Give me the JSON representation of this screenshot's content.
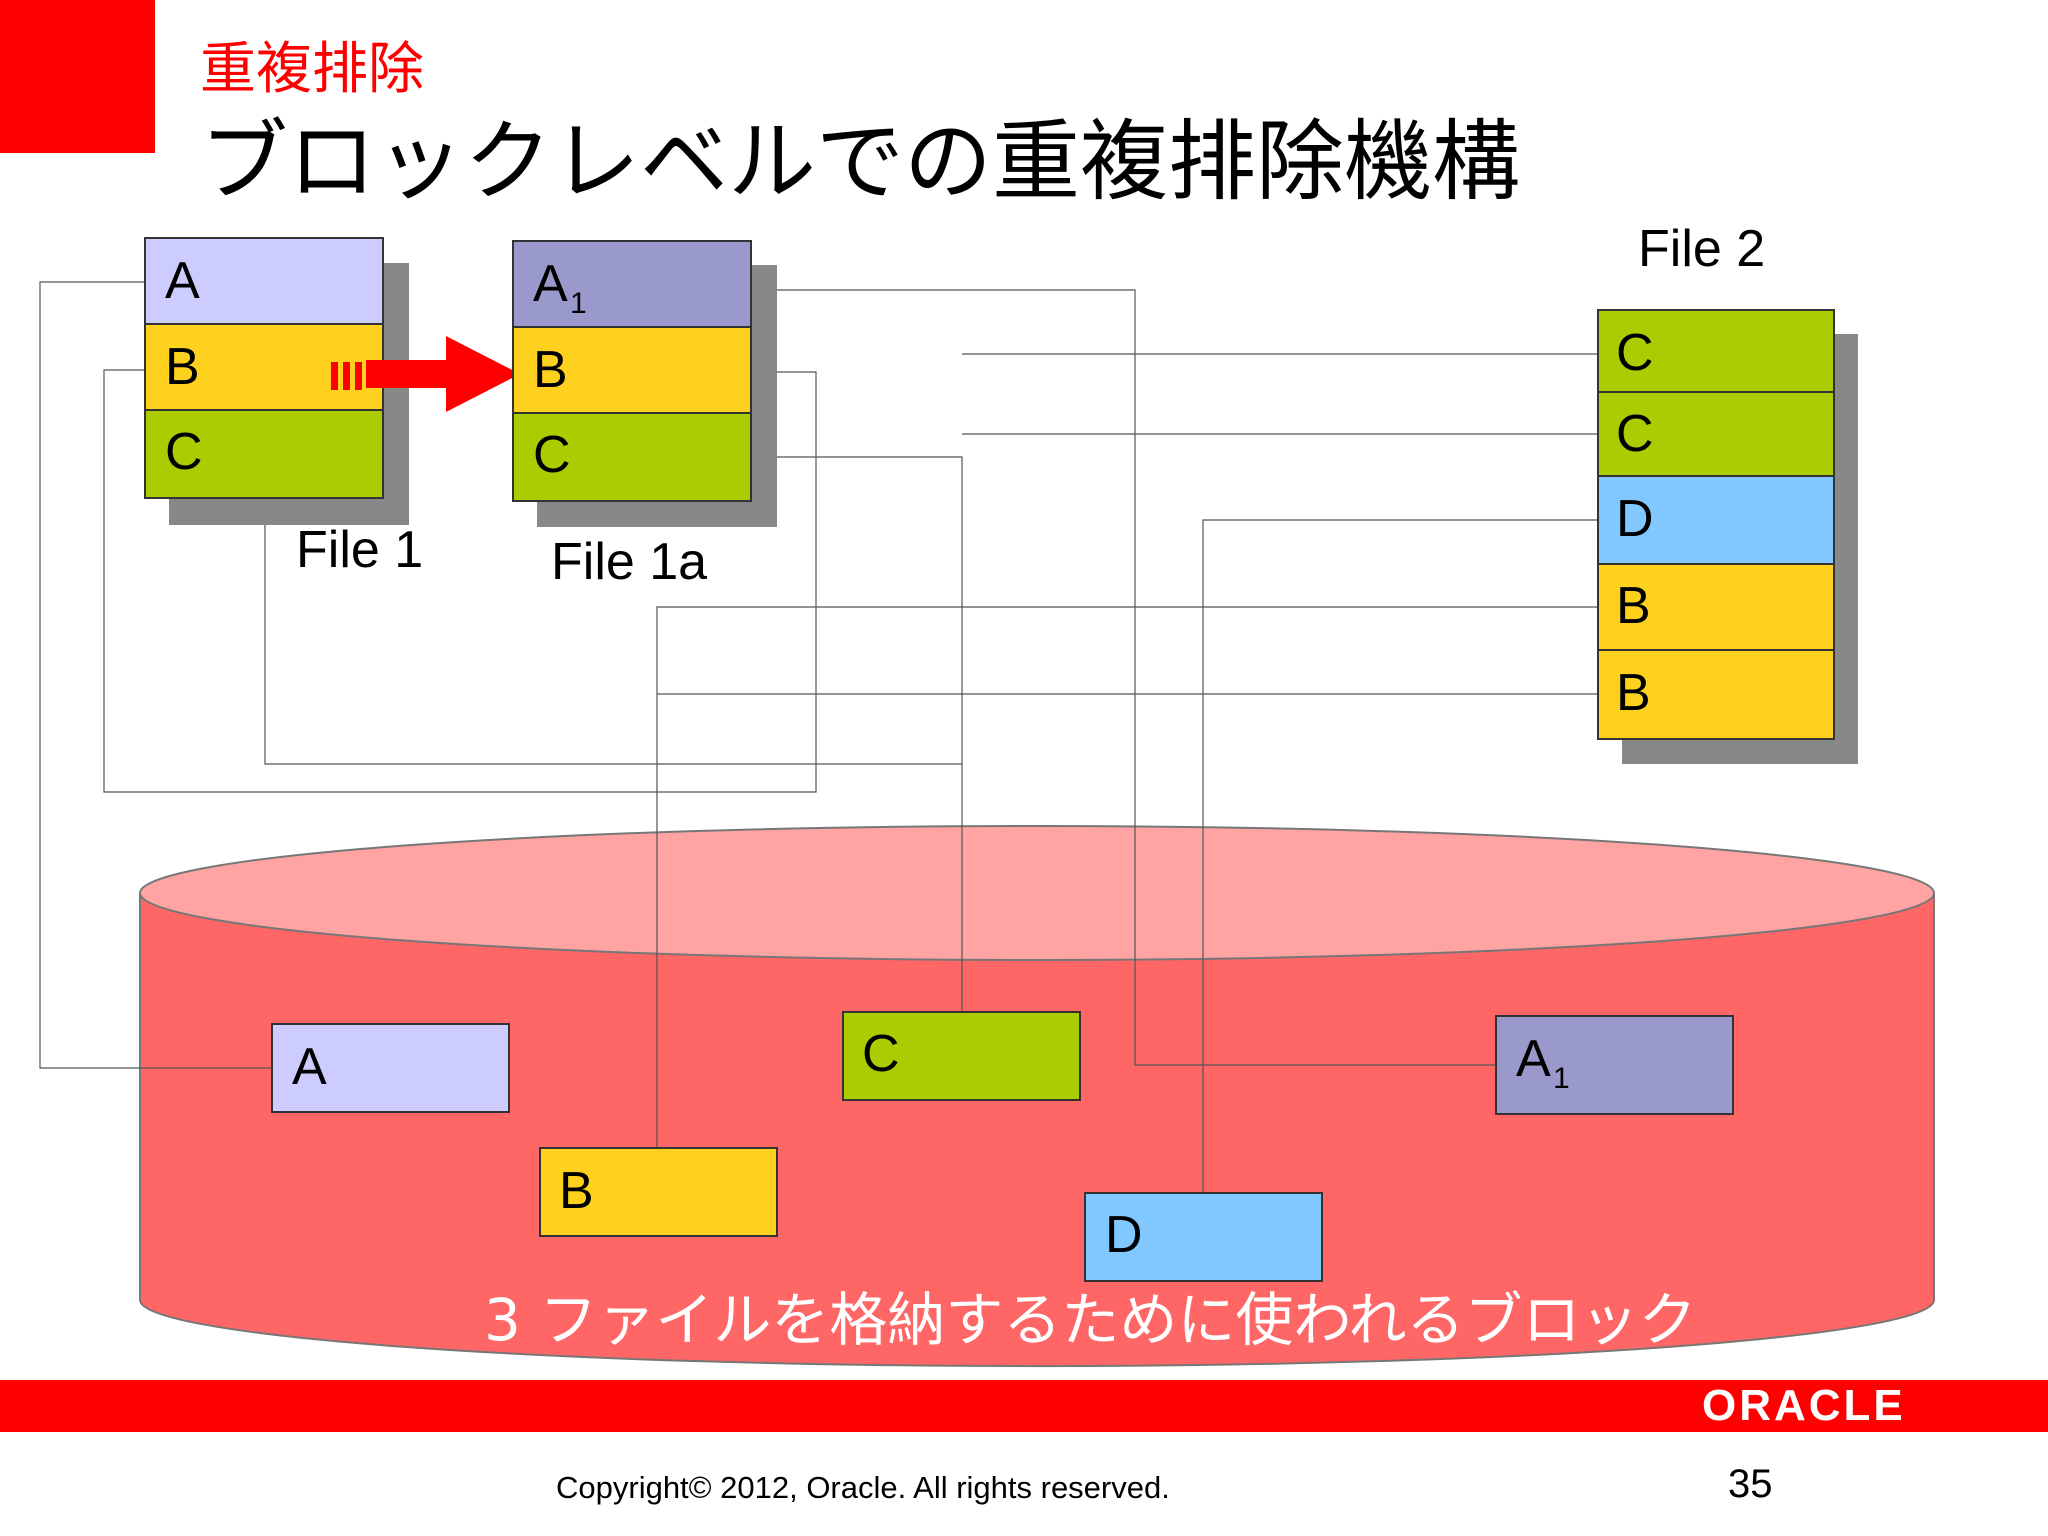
{
  "header": {
    "section": "重複排除",
    "title": "ブロックレベルでの重複排除機構"
  },
  "diagram": {
    "file1": {
      "caption": "File 1",
      "blocks": [
        "A",
        "B",
        "C"
      ]
    },
    "file1a": {
      "caption": "File 1a",
      "blocks": [
        "A",
        "B",
        "C"
      ],
      "first_subscript": "1"
    },
    "file2": {
      "caption": "File 2",
      "blocks": [
        "C",
        "C",
        "D",
        "B",
        "B"
      ]
    },
    "storage": {
      "blocks": [
        {
          "label": "A",
          "sub": ""
        },
        {
          "label": "C",
          "sub": ""
        },
        {
          "label": "A",
          "sub": "1"
        },
        {
          "label": "B",
          "sub": ""
        },
        {
          "label": "D",
          "sub": ""
        }
      ],
      "caption": "3 ファイルを格納するために使われるブロック"
    },
    "colors": {
      "A": "#ccccff",
      "A1": "#9999cc",
      "B": "#ffd11f",
      "C": "#aacc00",
      "D": "#80c8ff",
      "cylinder": "#ff6666",
      "cylinder_top": "#ffa3a3",
      "accent": "#ff0000"
    }
  },
  "footer": {
    "logo": "ORACLE",
    "copyright": "Copyright© 2012, Oracle. All rights reserved.",
    "page": "35"
  }
}
